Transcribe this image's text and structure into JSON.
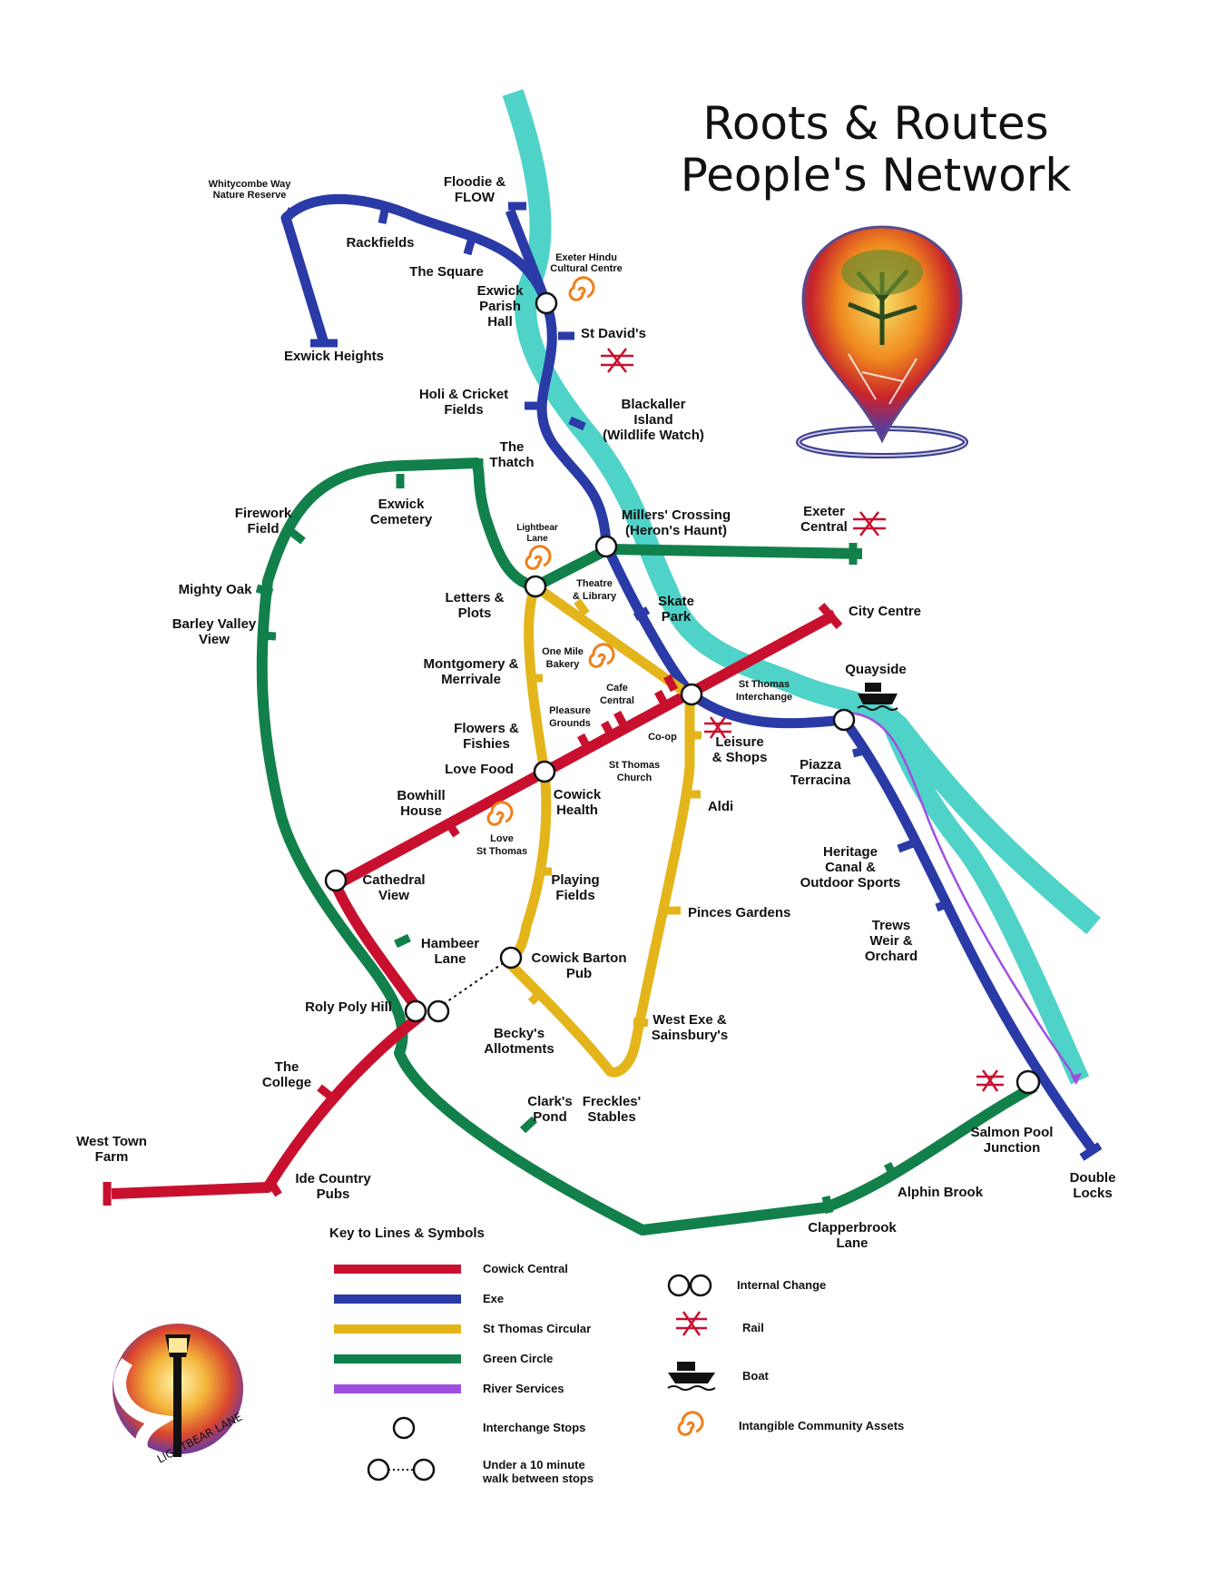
{
  "title": {
    "line1": "Roots & Routes",
    "line2": "People's Network"
  },
  "colors": {
    "cowick_central": "#c8102e",
    "exe": "#2a3aa6",
    "st_thomas_circular": "#e3b51a",
    "green_circle": "#12804a",
    "river_services": "#a04ee0",
    "river": "#4fd3c8",
    "rail": "#c8102e",
    "asset": "#f07f1a"
  },
  "icons": {
    "logo_top": "tree-pin-logo",
    "logo_bottom": "lamp-post-logo",
    "rail": "rail-icon",
    "boat": "boat-icon",
    "asset": "spiral-icon"
  },
  "logo_bottom_text": "LIGHTBEAR LANE",
  "stations": {
    "whitycombe": [
      "Whitycombe Way",
      "Nature Reserve"
    ],
    "floodie": [
      "Floodie &",
      "FLOW"
    ],
    "rackfields": [
      "Rackfields"
    ],
    "the_square": [
      "The Square"
    ],
    "exeter_hindu": [
      "Exeter Hindu",
      "Cultural Centre"
    ],
    "exwick_parish": [
      "Exwick",
      "Parish",
      "Hall"
    ],
    "st_davids": [
      "St David's"
    ],
    "exwick_heights": [
      "Exwick Heights"
    ],
    "holi_cricket": [
      "Holi & Cricket",
      "Fields"
    ],
    "blackaller": [
      "Blackaller",
      "Island",
      "(Wildlife Watch)"
    ],
    "the_thatch": [
      "The",
      "Thatch"
    ],
    "firework": [
      "Firework",
      "Field"
    ],
    "exwick_cemetery": [
      "Exwick",
      "Cemetery"
    ],
    "lightbear_lane": [
      "Lightbear",
      "Lane"
    ],
    "millers_crossing": [
      "Millers' Crossing",
      "(Heron's Haunt)"
    ],
    "exeter_central": [
      "Exeter",
      "Central"
    ],
    "mighty_oak": [
      "Mighty Oak"
    ],
    "barley_valley": [
      "Barley Valley",
      "View"
    ],
    "letters_plots": [
      "Letters &",
      "Plots"
    ],
    "theatre_library": [
      "Theatre",
      "& Library"
    ],
    "skate_park": [
      "Skate",
      "Park"
    ],
    "city_centre": [
      "City Centre"
    ],
    "one_mile_bakery": [
      "One Mile",
      "Bakery"
    ],
    "montgomery": [
      "Montgomery &",
      "Merrivale"
    ],
    "quayside": [
      "Quayside"
    ],
    "cafe_central": [
      "Cafe",
      "Central"
    ],
    "st_thomas_interchange": [
      "St Thomas",
      "Interchange"
    ],
    "pleasure_grounds": [
      "Pleasure",
      "Grounds"
    ],
    "co_op": [
      "Co-op"
    ],
    "flowers_fishies": [
      "Flowers &",
      "Fishies"
    ],
    "leisure_shops": [
      "Leisure",
      "& Shops"
    ],
    "love_food": [
      "Love Food"
    ],
    "st_thomas_church": [
      "St Thomas",
      "Church"
    ],
    "piazza_terracina": [
      "Piazza",
      "Terracina"
    ],
    "cowick_health": [
      "Cowick",
      "Health"
    ],
    "bowhill_house": [
      "Bowhill",
      "House"
    ],
    "aldi": [
      "Aldi"
    ],
    "love_st_thomas": [
      "Love",
      "St Thomas"
    ],
    "heritage_canal": [
      "Heritage",
      "Canal &",
      "Outdoor Sports"
    ],
    "cathedral_view": [
      "Cathedral",
      "View"
    ],
    "playing_fields": [
      "Playing",
      "Fields"
    ],
    "pinces_gardens": [
      "Pinces Gardens"
    ],
    "trews_weir": [
      "Trews",
      "Weir &",
      "Orchard"
    ],
    "hambeer_lane": [
      "Hambeer",
      "Lane"
    ],
    "cowick_barton": [
      "Cowick Barton",
      "Pub"
    ],
    "roly_poly": [
      "Roly Poly Hill"
    ],
    "west_exe": [
      "West Exe &",
      "Sainsbury's"
    ],
    "beckys_allotments": [
      "Becky's",
      "Allotments"
    ],
    "the_college": [
      "The",
      "College"
    ],
    "freckles_stables": [
      "Freckles'",
      "Stables"
    ],
    "clarks_pond": [
      "Clark's",
      "Pond"
    ],
    "salmon_pool": [
      "Salmon Pool",
      "Junction"
    ],
    "west_town_farm": [
      "West Town",
      "Farm"
    ],
    "ide_country_pubs": [
      "Ide Country",
      "Pubs"
    ],
    "double_locks": [
      "Double",
      "Locks"
    ],
    "alphin_brook": [
      "Alphin Brook"
    ],
    "clapperbrook": [
      "Clapperbrook",
      "Lane"
    ]
  },
  "key": {
    "title": "Key to Lines & Symbols",
    "cowick_central": "Cowick Central",
    "exe": "Exe",
    "st_thomas_circular": "St Thomas Circular",
    "green_circle": "Green Circle",
    "river_services": "River Services",
    "interchange_stops": "Interchange Stops",
    "walk_line1": "Under a 10 minute",
    "walk_line2": "walk between stops",
    "internal_change": "Internal Change",
    "rail": "Rail",
    "boat": "Boat",
    "assets": "Intangible Community Assets"
  }
}
